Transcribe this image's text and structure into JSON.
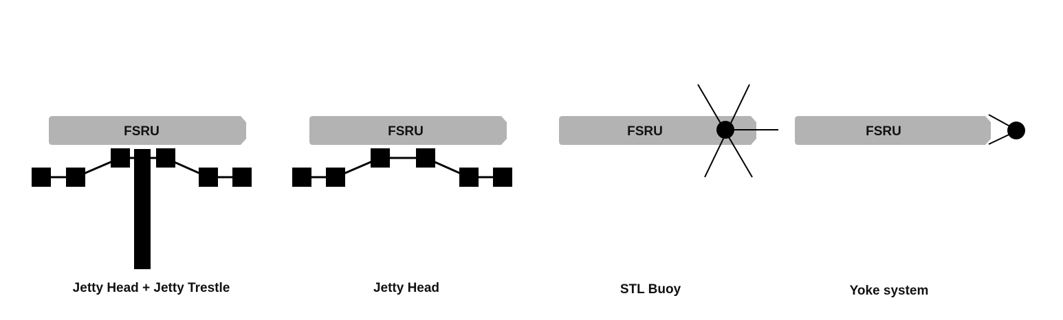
{
  "colors": {
    "hull": "#b3b3b3",
    "structure": "#000000",
    "background": "#ffffff"
  },
  "panels": [
    {
      "hull_label": "FSRU",
      "caption": "Jetty Head + Jetty Trestle"
    },
    {
      "hull_label": "FSRU",
      "caption": "Jetty Head"
    },
    {
      "hull_label": "FSRU",
      "caption": "STL Buoy"
    },
    {
      "hull_label": "FSRU",
      "caption": "Yoke system"
    }
  ]
}
